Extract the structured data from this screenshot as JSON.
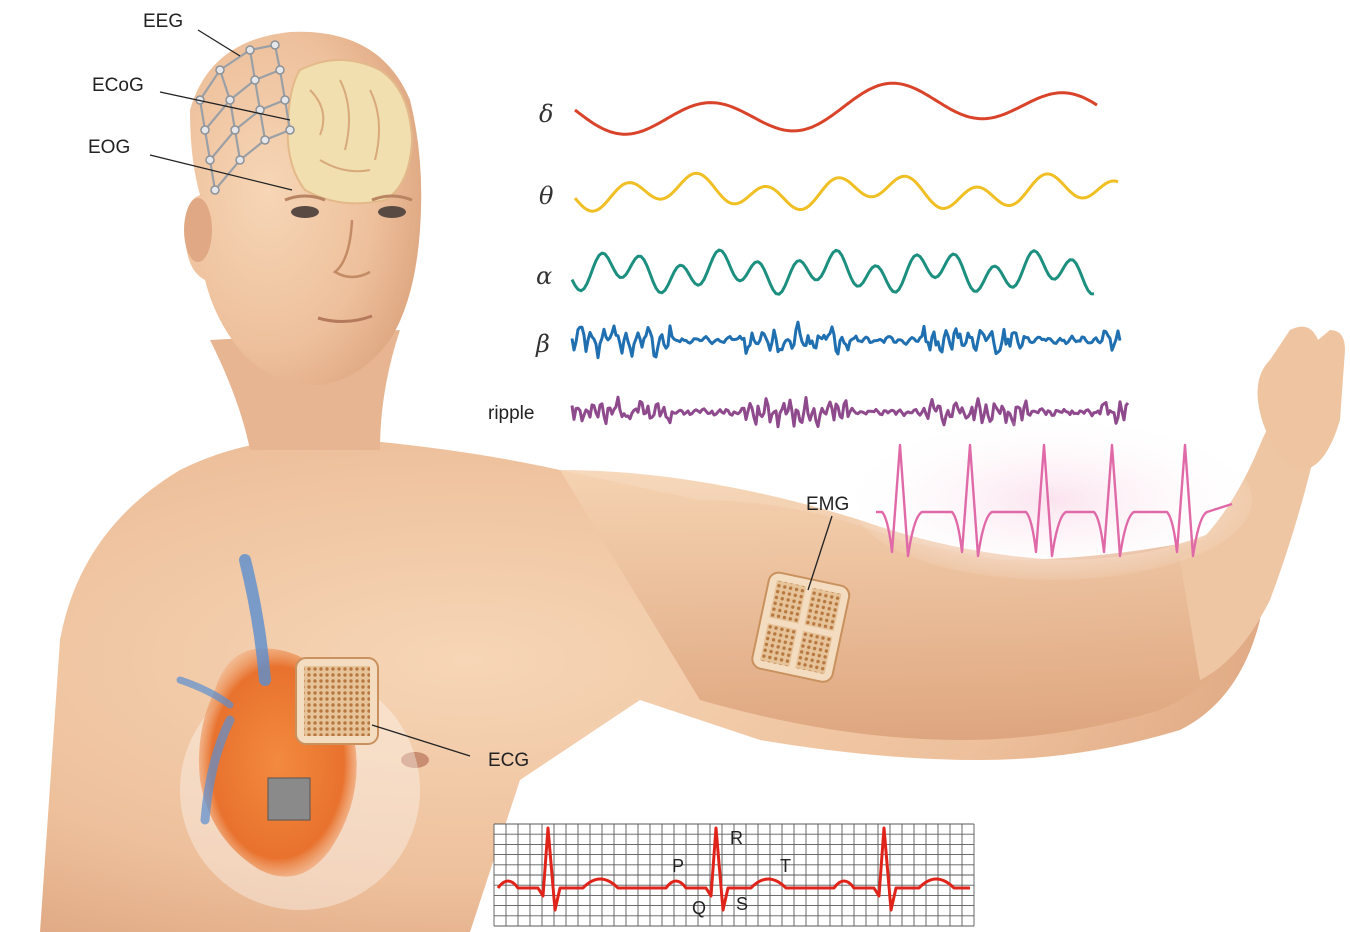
{
  "labels": {
    "eeg": "EEG",
    "ecog": "ECoG",
    "eog": "EOG",
    "emg": "EMG",
    "ecg": "ECG"
  },
  "bands": [
    {
      "symbol": "δ",
      "color": "#d9432a"
    },
    {
      "symbol": "θ",
      "color": "#efbf24"
    },
    {
      "symbol": "α",
      "color": "#1c8f7f"
    },
    {
      "symbol": "β",
      "color": "#1f6fb1"
    },
    {
      "symbol": "ripple",
      "color": "#8e4a8c"
    }
  ],
  "ecg_wave": {
    "labels": {
      "p": "P",
      "q": "Q",
      "r": "R",
      "s": "S",
      "t": "T"
    },
    "line_color": "#e0241a",
    "grid_color": "#5a5a5a"
  },
  "emg_wave": {
    "color": "#e06aa8"
  },
  "colors": {
    "skin": "#f1c7a3",
    "skin_shadow": "#d9a07a",
    "brain": "#f2dfb0",
    "heart": "#e8722e",
    "vein": "#5b8fd0",
    "patch": "#c9915e"
  },
  "icons": [
    "electrode-mesh-icon",
    "electrode-patch-icon"
  ]
}
